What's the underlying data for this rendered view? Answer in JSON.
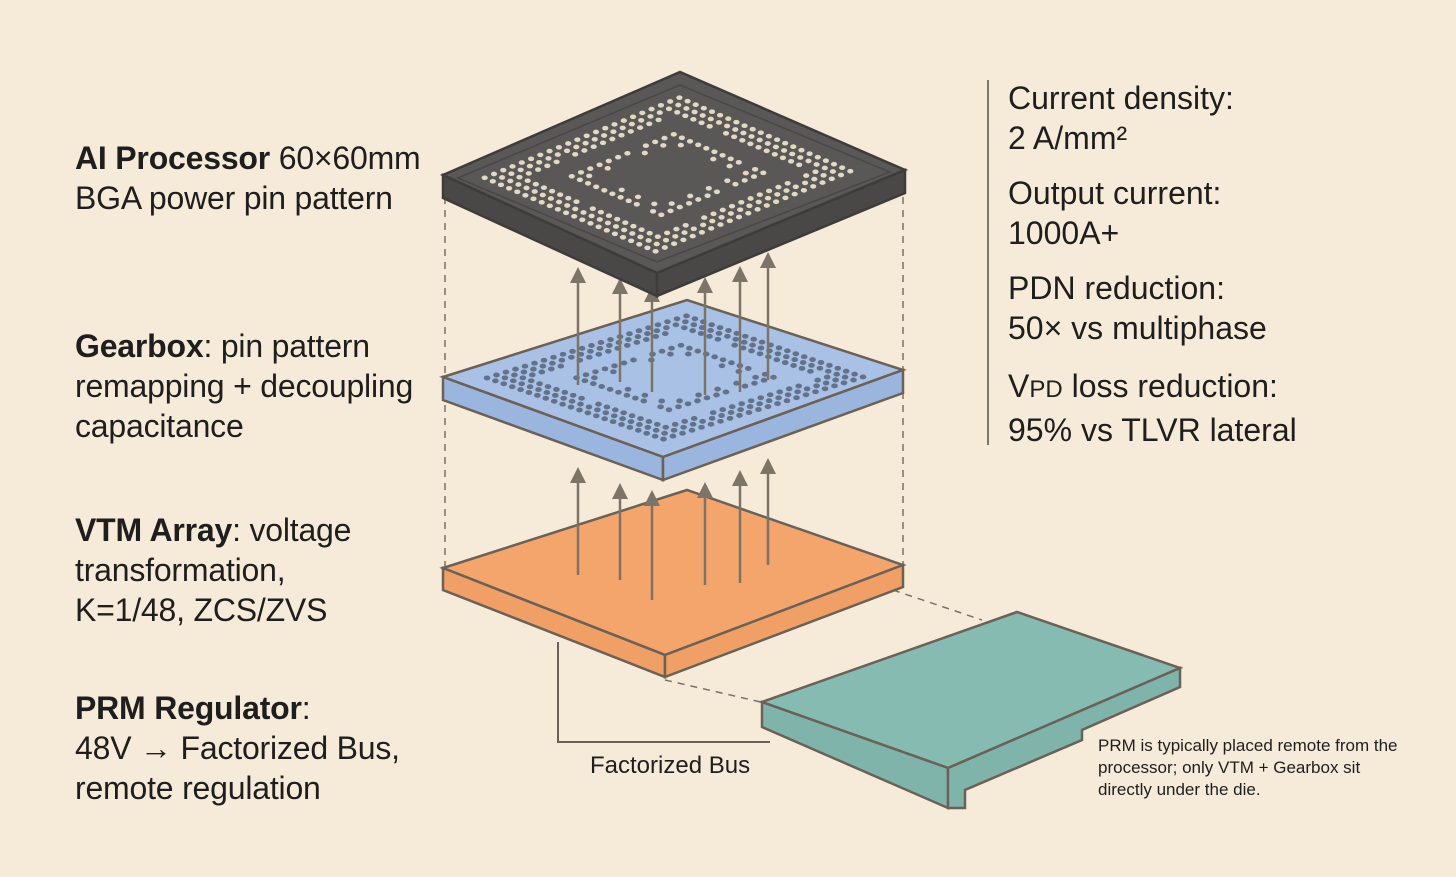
{
  "left_labels": {
    "ai_processor": {
      "title": "AI Processor",
      "size": " 60×60mm",
      "line2": "BGA power pin pattern"
    },
    "gearbox": {
      "title": "Gearbox",
      "line1_rest": ": pin pattern",
      "line2": "remapping + decoupling",
      "line3": "capacitance"
    },
    "vtm_array": {
      "title": "VTM Array",
      "line1_rest": ": voltage",
      "line2": "transformation,",
      "line3": "K=1/48, ZCS/ZVS"
    },
    "prm_regulator": {
      "title": "PRM Regulator",
      "line1_rest": ":",
      "line2": "48V → Factorized Bus,",
      "line3": "remote regulation"
    }
  },
  "specs": [
    {
      "label": "Current density:",
      "value": "2 A/mm²"
    },
    {
      "label": "Output current:",
      "value": "1000A+"
    },
    {
      "label": "PDN reduction:",
      "value": "50× vs multiphase"
    },
    {
      "label_prefix": "V",
      "label_smallcaps": "PD",
      "label_rest": " loss reduction:",
      "value": "95% vs TLVR lateral"
    }
  ],
  "diagram": {
    "bus_label": "Factorized Bus",
    "prm_note": "PRM is typically placed remote from the processor; only VTM + Gearbox sit directly under the die.",
    "colors": {
      "processor_top": "#5a5856",
      "processor_side": "#4a4846",
      "pins_processor": "#e3d8c3",
      "gearbox_top": "#a8c1e4",
      "gearbox_side": "#9bb6de",
      "pins_gearbox": "#64718a",
      "vtm_top": "#f4a56b",
      "vtm_side": "#f0a064",
      "prm_top": "#86bbb2",
      "prm_side": "#7fb4ab",
      "outline": "#6a6157",
      "arrow": "#7d7468"
    }
  }
}
